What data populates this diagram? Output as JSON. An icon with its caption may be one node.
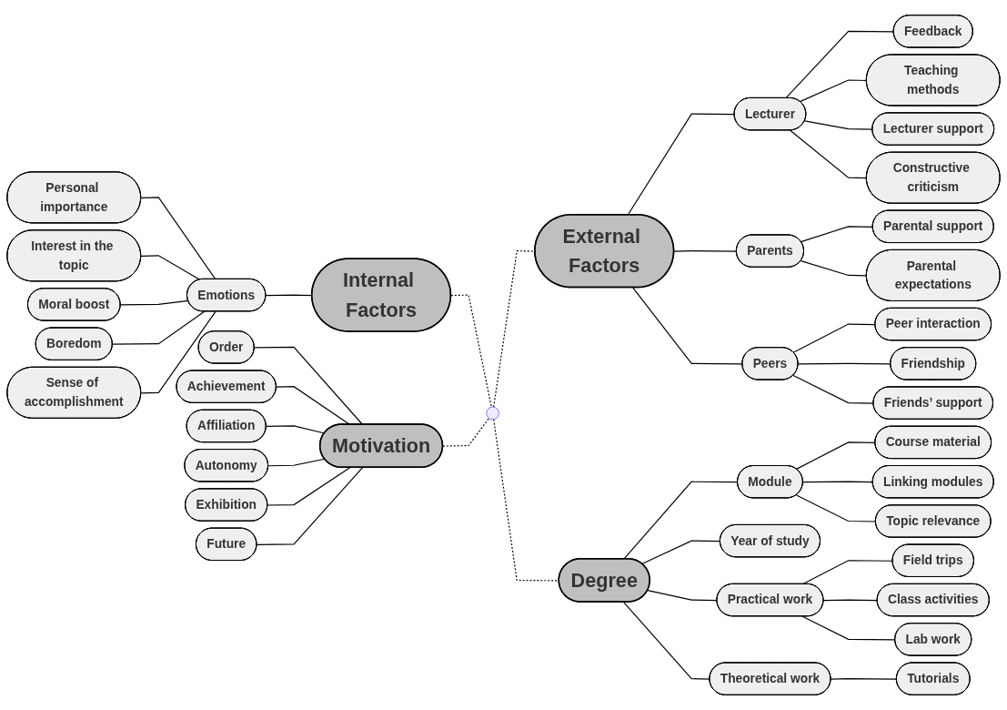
{
  "diagram": {
    "nodes": [
      {
        "text": [],
        "shape": "circle"
      },
      {
        "text": [
          "Internal Factors"
        ]
      },
      {
        "text": [
          "Motivation"
        ]
      },
      {
        "text": [
          "External Factors"
        ]
      },
      {
        "text": [
          "Degree"
        ]
      },
      {
        "text": [
          "Emotions"
        ]
      },
      {
        "text": [
          "Personal importance"
        ]
      },
      {
        "text": [
          "Interest in the topic"
        ]
      },
      {
        "text": [
          "Moral boost"
        ]
      },
      {
        "text": [
          "Boredom"
        ]
      },
      {
        "text": [
          "Sense of accomplishment"
        ]
      },
      {
        "text": [
          "Order"
        ]
      },
      {
        "text": [
          "Achievement"
        ]
      },
      {
        "text": [
          "Affiliation"
        ]
      },
      {
        "text": [
          "Autonomy"
        ]
      },
      {
        "text": [
          "Exhibition"
        ]
      },
      {
        "text": [
          "Future"
        ]
      },
      {
        "text": [
          "Lecturer"
        ]
      },
      {
        "text": [
          "Feedback"
        ]
      },
      {
        "text": [
          "Teaching methods"
        ]
      },
      {
        "text": [
          "Lecturer support"
        ]
      },
      {
        "text": [
          "Constructive criticism"
        ]
      },
      {
        "text": [
          "Parents"
        ]
      },
      {
        "text": [
          "Parental support"
        ]
      },
      {
        "text": [
          "Parental expectations"
        ]
      },
      {
        "text": [
          "Peers"
        ]
      },
      {
        "text": [
          "Peer interaction"
        ]
      },
      {
        "text": [
          "Friendship"
        ]
      },
      {
        "text": [
          "Friends’ support"
        ]
      },
      {
        "text": [
          "Module"
        ]
      },
      {
        "text": [
          "Year of study"
        ]
      },
      {
        "text": [
          "Practical work"
        ]
      },
      {
        "text": [
          "Theoretical work"
        ]
      },
      {
        "text": [
          "Course material"
        ]
      },
      {
        "text": [
          "Linking modules"
        ]
      },
      {
        "text": [
          "Topic relevance"
        ]
      },
      {
        "text": [
          "Field trips"
        ]
      },
      {
        "text": [
          "Class activities"
        ]
      },
      {
        "text": [
          "Lab work"
        ]
      },
      {
        "text": [
          "Tutorials"
        ]
      }
    ],
    "edges": [
      {
        "from": 0,
        "to": 1,
        "arrow": "none",
        "style": "dashed"
      },
      {
        "from": 0,
        "to": 2,
        "arrow": "none",
        "style": "dashed"
      },
      {
        "from": 0,
        "to": 3,
        "arrow": "none",
        "style": "dashed"
      },
      {
        "from": 0,
        "to": 4,
        "arrow": "none",
        "style": "dashed"
      },
      {
        "from": 1,
        "to": 5,
        "arrow": "none"
      },
      {
        "from": 5,
        "to": 6,
        "arrow": "none"
      },
      {
        "from": 5,
        "to": 7,
        "arrow": "none"
      },
      {
        "from": 5,
        "to": 8,
        "arrow": "none"
      },
      {
        "from": 5,
        "to": 9,
        "arrow": "none"
      },
      {
        "from": 5,
        "to": 10,
        "arrow": "none"
      },
      {
        "from": 2,
        "to": 11,
        "arrow": "none"
      },
      {
        "from": 2,
        "to": 12,
        "arrow": "none"
      },
      {
        "from": 2,
        "to": 13,
        "arrow": "none"
      },
      {
        "from": 2,
        "to": 14,
        "arrow": "none"
      },
      {
        "from": 2,
        "to": 15,
        "arrow": "none"
      },
      {
        "from": 2,
        "to": 16,
        "arrow": "none"
      },
      {
        "from": 3,
        "to": 17,
        "arrow": "none"
      },
      {
        "from": 3,
        "to": 22,
        "arrow": "none"
      },
      {
        "from": 3,
        "to": 25,
        "arrow": "none"
      },
      {
        "from": 17,
        "to": 18,
        "arrow": "none"
      },
      {
        "from": 17,
        "to": 19,
        "arrow": "none"
      },
      {
        "from": 17,
        "to": 20,
        "arrow": "none"
      },
      {
        "from": 17,
        "to": 21,
        "arrow": "none"
      },
      {
        "from": 22,
        "to": 23,
        "arrow": "none"
      },
      {
        "from": 22,
        "to": 24,
        "arrow": "none"
      },
      {
        "from": 25,
        "to": 26,
        "arrow": "none"
      },
      {
        "from": 25,
        "to": 27,
        "arrow": "none"
      },
      {
        "from": 25,
        "to": 28,
        "arrow": "none"
      },
      {
        "from": 4,
        "to": 29,
        "arrow": "none"
      },
      {
        "from": 4,
        "to": 30,
        "arrow": "none"
      },
      {
        "from": 4,
        "to": 31,
        "arrow": "none"
      },
      {
        "from": 4,
        "to": 32,
        "arrow": "none"
      },
      {
        "from": 29,
        "to": 33,
        "arrow": "none"
      },
      {
        "from": 29,
        "to": 34,
        "arrow": "none"
      },
      {
        "from": 29,
        "to": 35,
        "arrow": "none"
      },
      {
        "from": 31,
        "to": 36,
        "arrow": "none"
      },
      {
        "from": 31,
        "to": 37,
        "arrow": "none"
      },
      {
        "from": 31,
        "to": 38,
        "arrow": "none"
      },
      {
        "from": 32,
        "to": 39,
        "arrow": "none"
      }
    ]
  }
}
